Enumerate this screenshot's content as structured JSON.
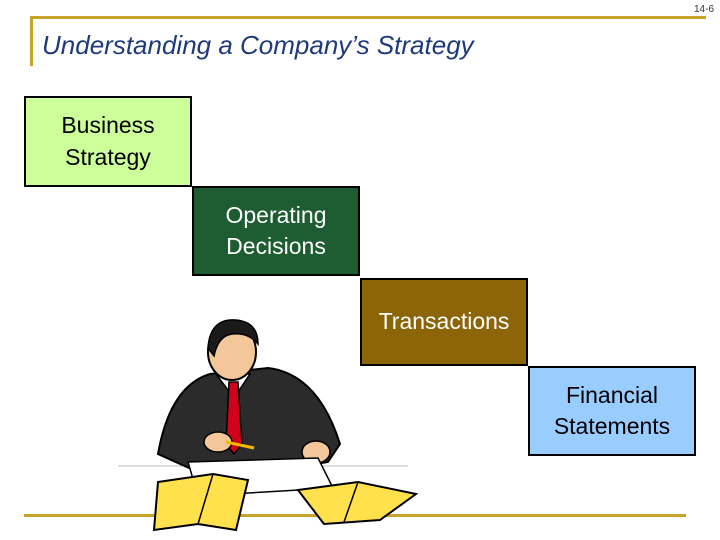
{
  "slide_number": "14-6",
  "title": "Understanding a Company’s Strategy",
  "steps": [
    {
      "label": "Business\nStrategy",
      "color": "#ccff99"
    },
    {
      "label": "Operating\nDecisions",
      "color": "#1e5c32"
    },
    {
      "label": "Transactions",
      "color": "#8b6508"
    },
    {
      "label": "Financial\nStatements",
      "color": "#99ccff"
    }
  ],
  "colors": {
    "accent_line": "#c9a227",
    "title": "#1f3a7a"
  },
  "illustration": "businessman-reading-clipart"
}
